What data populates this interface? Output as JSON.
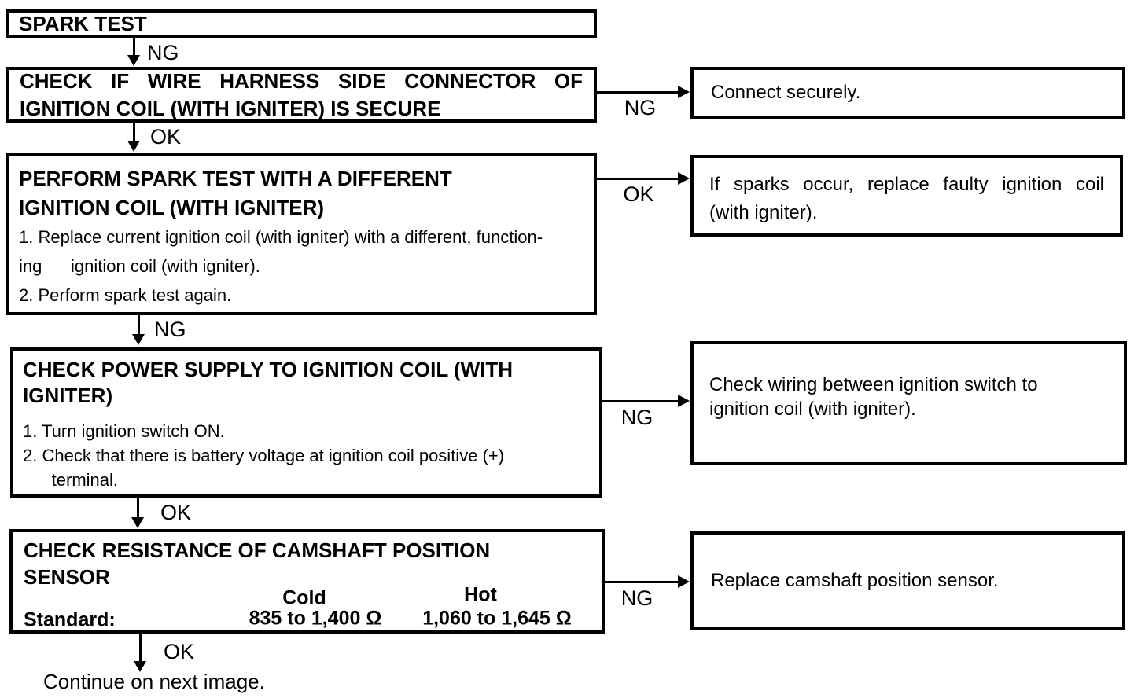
{
  "flow": {
    "b1": {
      "title": "SPARK TEST"
    },
    "b2": {
      "line1": "CHECK IF WIRE HARNESS SIDE CONNECTOR OF",
      "line2": "IGNITION COIL (WITH IGNITER) IS SECURE"
    },
    "b3": {
      "title1": "PERFORM SPARK TEST WITH A DIFFERENT",
      "title2": "IGNITION COIL (WITH IGNITER)",
      "step1": "1. Replace current ignition coil (with igniter) with a different, function-",
      "step1b": "ing      ignition coil (with igniter).",
      "step2": "2. Perform spark test again."
    },
    "b4": {
      "title1": "CHECK POWER SUPPLY TO IGNITION COIL (WITH",
      "title2": "IGNITER)",
      "step1": "1. Turn ignition switch ON.",
      "step2": "2. Check that there is battery voltage at ignition coil positive (+)",
      "step2b": "      terminal."
    },
    "b5": {
      "title1": "CHECK RESISTANCE OF CAMSHAFT POSITION",
      "title2": "SENSOR",
      "standard_label": "Standard:",
      "cold_label": "Cold",
      "cold_value": "835 to 1,400 Ω",
      "hot_label": "Hot",
      "hot_value": "1,060 to 1,645 Ω"
    },
    "r1": {
      "text": "Connect securely."
    },
    "r2": {
      "line1": "If sparks occur, replace faulty ignition coil",
      "line2": "(with igniter)."
    },
    "r3": {
      "line1": "Check wiring between ignition switch to",
      "line2": "ignition coil (with igniter)."
    },
    "r4": {
      "text": "Replace camshaft position sensor."
    },
    "labels": {
      "v1": "NG",
      "v2": "OK",
      "v3": "NG",
      "v4": "OK",
      "v5": "OK",
      "h1": "NG",
      "h2": "OK",
      "h3": "NG",
      "h4": "NG"
    },
    "footer": "Continue on next image."
  },
  "colors": {
    "ink": "#000000",
    "background": "#ffffff"
  }
}
